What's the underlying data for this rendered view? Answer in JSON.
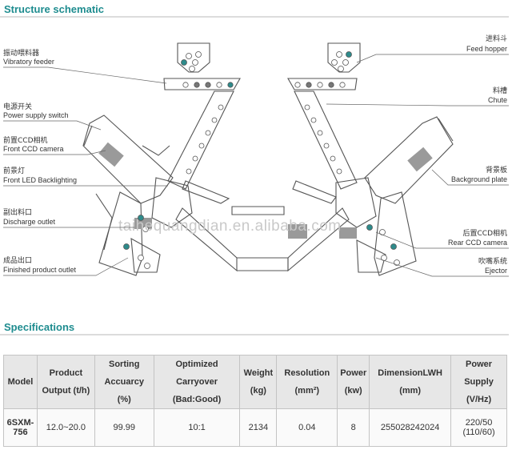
{
  "structure": {
    "title": "Structure schematic",
    "watermark": "taihequangdian.en.alibaba.com",
    "labels_left": [
      {
        "cn": "振动喂料器",
        "en": "Vibratory feeder"
      },
      {
        "cn": "电源开关",
        "en": "Power supply switch"
      },
      {
        "cn": "前置CCD相机",
        "en": "Front CCD camera"
      },
      {
        "cn": "前景灯",
        "en": "Front LED Backlighting"
      },
      {
        "cn": "副出料口",
        "en": "Discharge outlet"
      },
      {
        "cn": "成品出口",
        "en": "Finished product outlet"
      }
    ],
    "labels_right": [
      {
        "cn": "进料斗",
        "en": "Feed hopper"
      },
      {
        "cn": "料槽",
        "en": "Chute"
      },
      {
        "cn": "背景板",
        "en": "Background plate"
      },
      {
        "cn": "后置CCD相机",
        "en": "Rear CCD camera"
      },
      {
        "cn": "吹嘴系统",
        "en": "Ejector"
      }
    ],
    "colors": {
      "accent": "#1e8c8f",
      "line": "#555555",
      "grain_teal": "#2e8b8b",
      "grain_gray": "#777777"
    }
  },
  "specifications": {
    "title": "Specifications",
    "headers": [
      {
        "lines": [
          "Model"
        ]
      },
      {
        "lines": [
          "Product",
          "Output (t/h)"
        ]
      },
      {
        "lines": [
          "Sorting",
          "Accuarcy",
          "(%)"
        ]
      },
      {
        "lines": [
          "Optimized",
          "Carryover",
          "(Bad:Good)"
        ]
      },
      {
        "lines": [
          "Weight",
          "(kg)"
        ]
      },
      {
        "lines": [
          "Resolution",
          "(mm²)"
        ]
      },
      {
        "lines": [
          "Power",
          "(kw)"
        ]
      },
      {
        "lines": [
          "DimensionLWH",
          "(mm)"
        ]
      },
      {
        "lines": [
          "Power",
          "Supply",
          "(V/Hz)"
        ]
      }
    ],
    "row": {
      "model": [
        "6SXM-",
        "756"
      ],
      "output": "12.0~20.0",
      "accuracy": "99.99",
      "carryover": "10:1",
      "weight": "2134",
      "resolution": "0.04",
      "power": "8",
      "dimension": "255028242024",
      "power_supply": [
        "220/50",
        "(110/60)"
      ]
    }
  }
}
